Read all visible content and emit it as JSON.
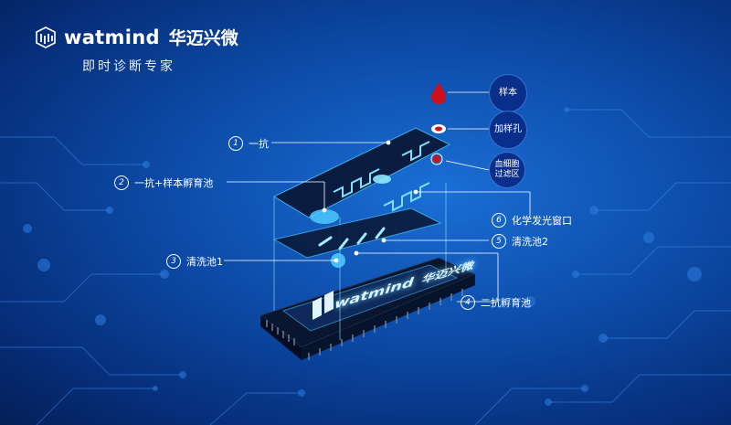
{
  "brand": {
    "name_en": "watmind",
    "name_cn": "华迈兴微",
    "slogan": "即时诊断专家"
  },
  "bubbles": {
    "sample": "样本",
    "sample_port": "加样孔",
    "filter": "血细胞过滤区"
  },
  "labels": [
    {
      "num": "1",
      "text": "一抗"
    },
    {
      "num": "2",
      "text": "一抗+样本孵育池"
    },
    {
      "num": "3",
      "text": "清洗池1"
    },
    {
      "num": "4",
      "text": "二抗孵育池"
    },
    {
      "num": "5",
      "text": "清洗池2"
    },
    {
      "num": "6",
      "text": "化学发光窗口"
    }
  ],
  "chip": {
    "logo_text": "watmind",
    "logo_cn": "华迈兴微"
  },
  "colors": {
    "bg_dark": "#062d78",
    "bg_light": "#1a6fd6",
    "glow": "#6fd8ff",
    "bubble": "#0a2f8a",
    "blood": "#d0101a"
  },
  "icons": [
    "logo-mark-icon",
    "blood-drop-icon",
    "sample-port-icon"
  ]
}
